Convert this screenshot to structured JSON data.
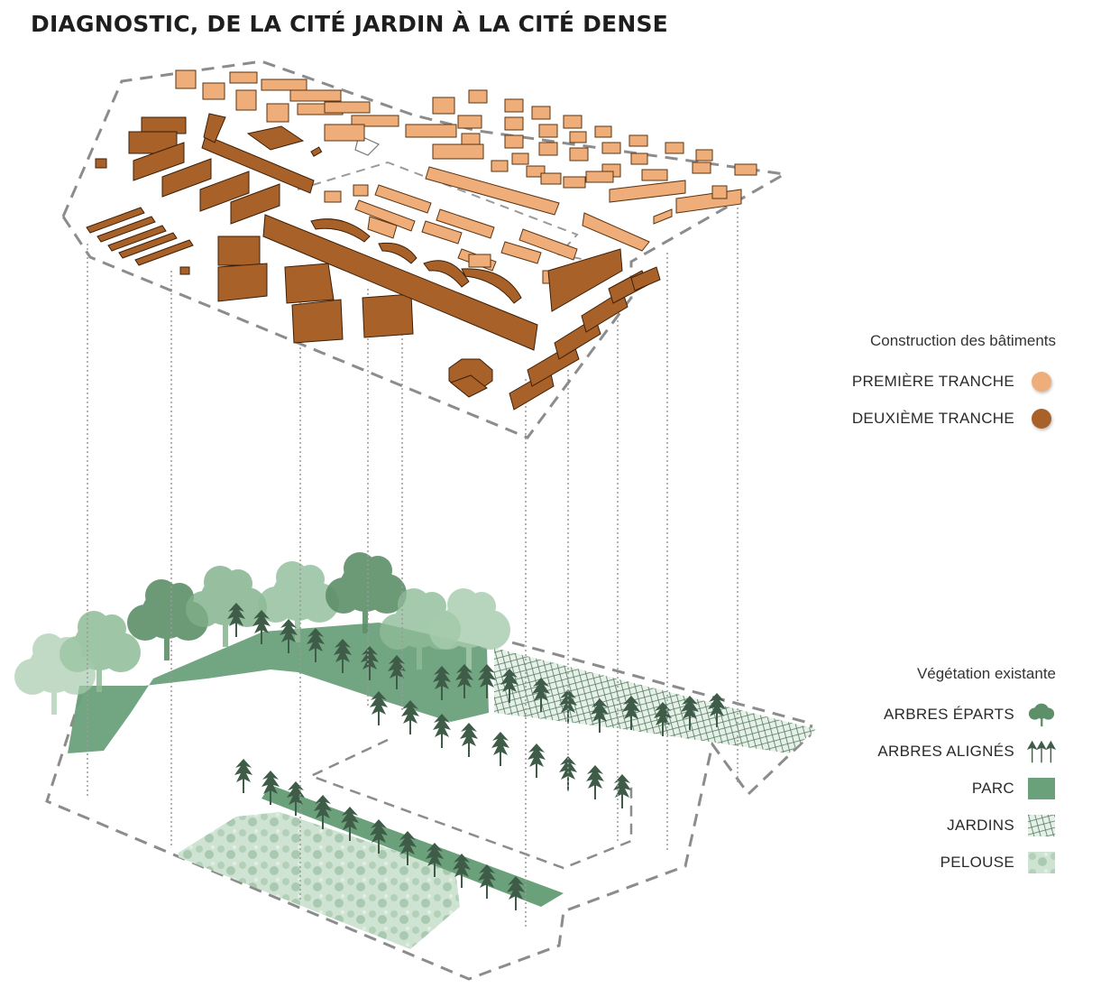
{
  "title": "DIAGNOSTIC, DE LA CITÉ JARDIN À LA CITÉ DENSE",
  "legend_buildings": {
    "heading": "Construction des bâtiments",
    "items": [
      {
        "label": "PREMIÈRE TRANCHE",
        "color": "#efad79",
        "icon": "light-dot-icon"
      },
      {
        "label": "DEUXIÈME TRANCHE",
        "color": "#a86128",
        "icon": "dark-dot-icon"
      }
    ]
  },
  "legend_vegetation": {
    "heading": "Végétation existante",
    "items": [
      {
        "label": "ARBRES ÉPARTS",
        "color": "#5d9068",
        "icon": "scattered-tree-icon"
      },
      {
        "label": "ARBRES ALIGNÉS",
        "color": "#3e5c48",
        "icon": "aligned-trees-icon"
      },
      {
        "label": "PARC",
        "color": "#6aa07a",
        "icon": "park-swatch-icon"
      },
      {
        "label": "JARDINS",
        "color": "#4f7a5a",
        "icon": "gardens-grid-icon"
      },
      {
        "label": "PELOUSE",
        "color": "#b9d6bf",
        "icon": "lawn-swatch-icon"
      }
    ]
  },
  "colors": {
    "first_phase": "#efad79",
    "second_phase": "#a86128",
    "outline": "#8c8c8c",
    "park": "#6aa07a",
    "trees": "#5d9068",
    "dark_trees": "#3e5c48",
    "lawn": "#b9d6bf"
  }
}
